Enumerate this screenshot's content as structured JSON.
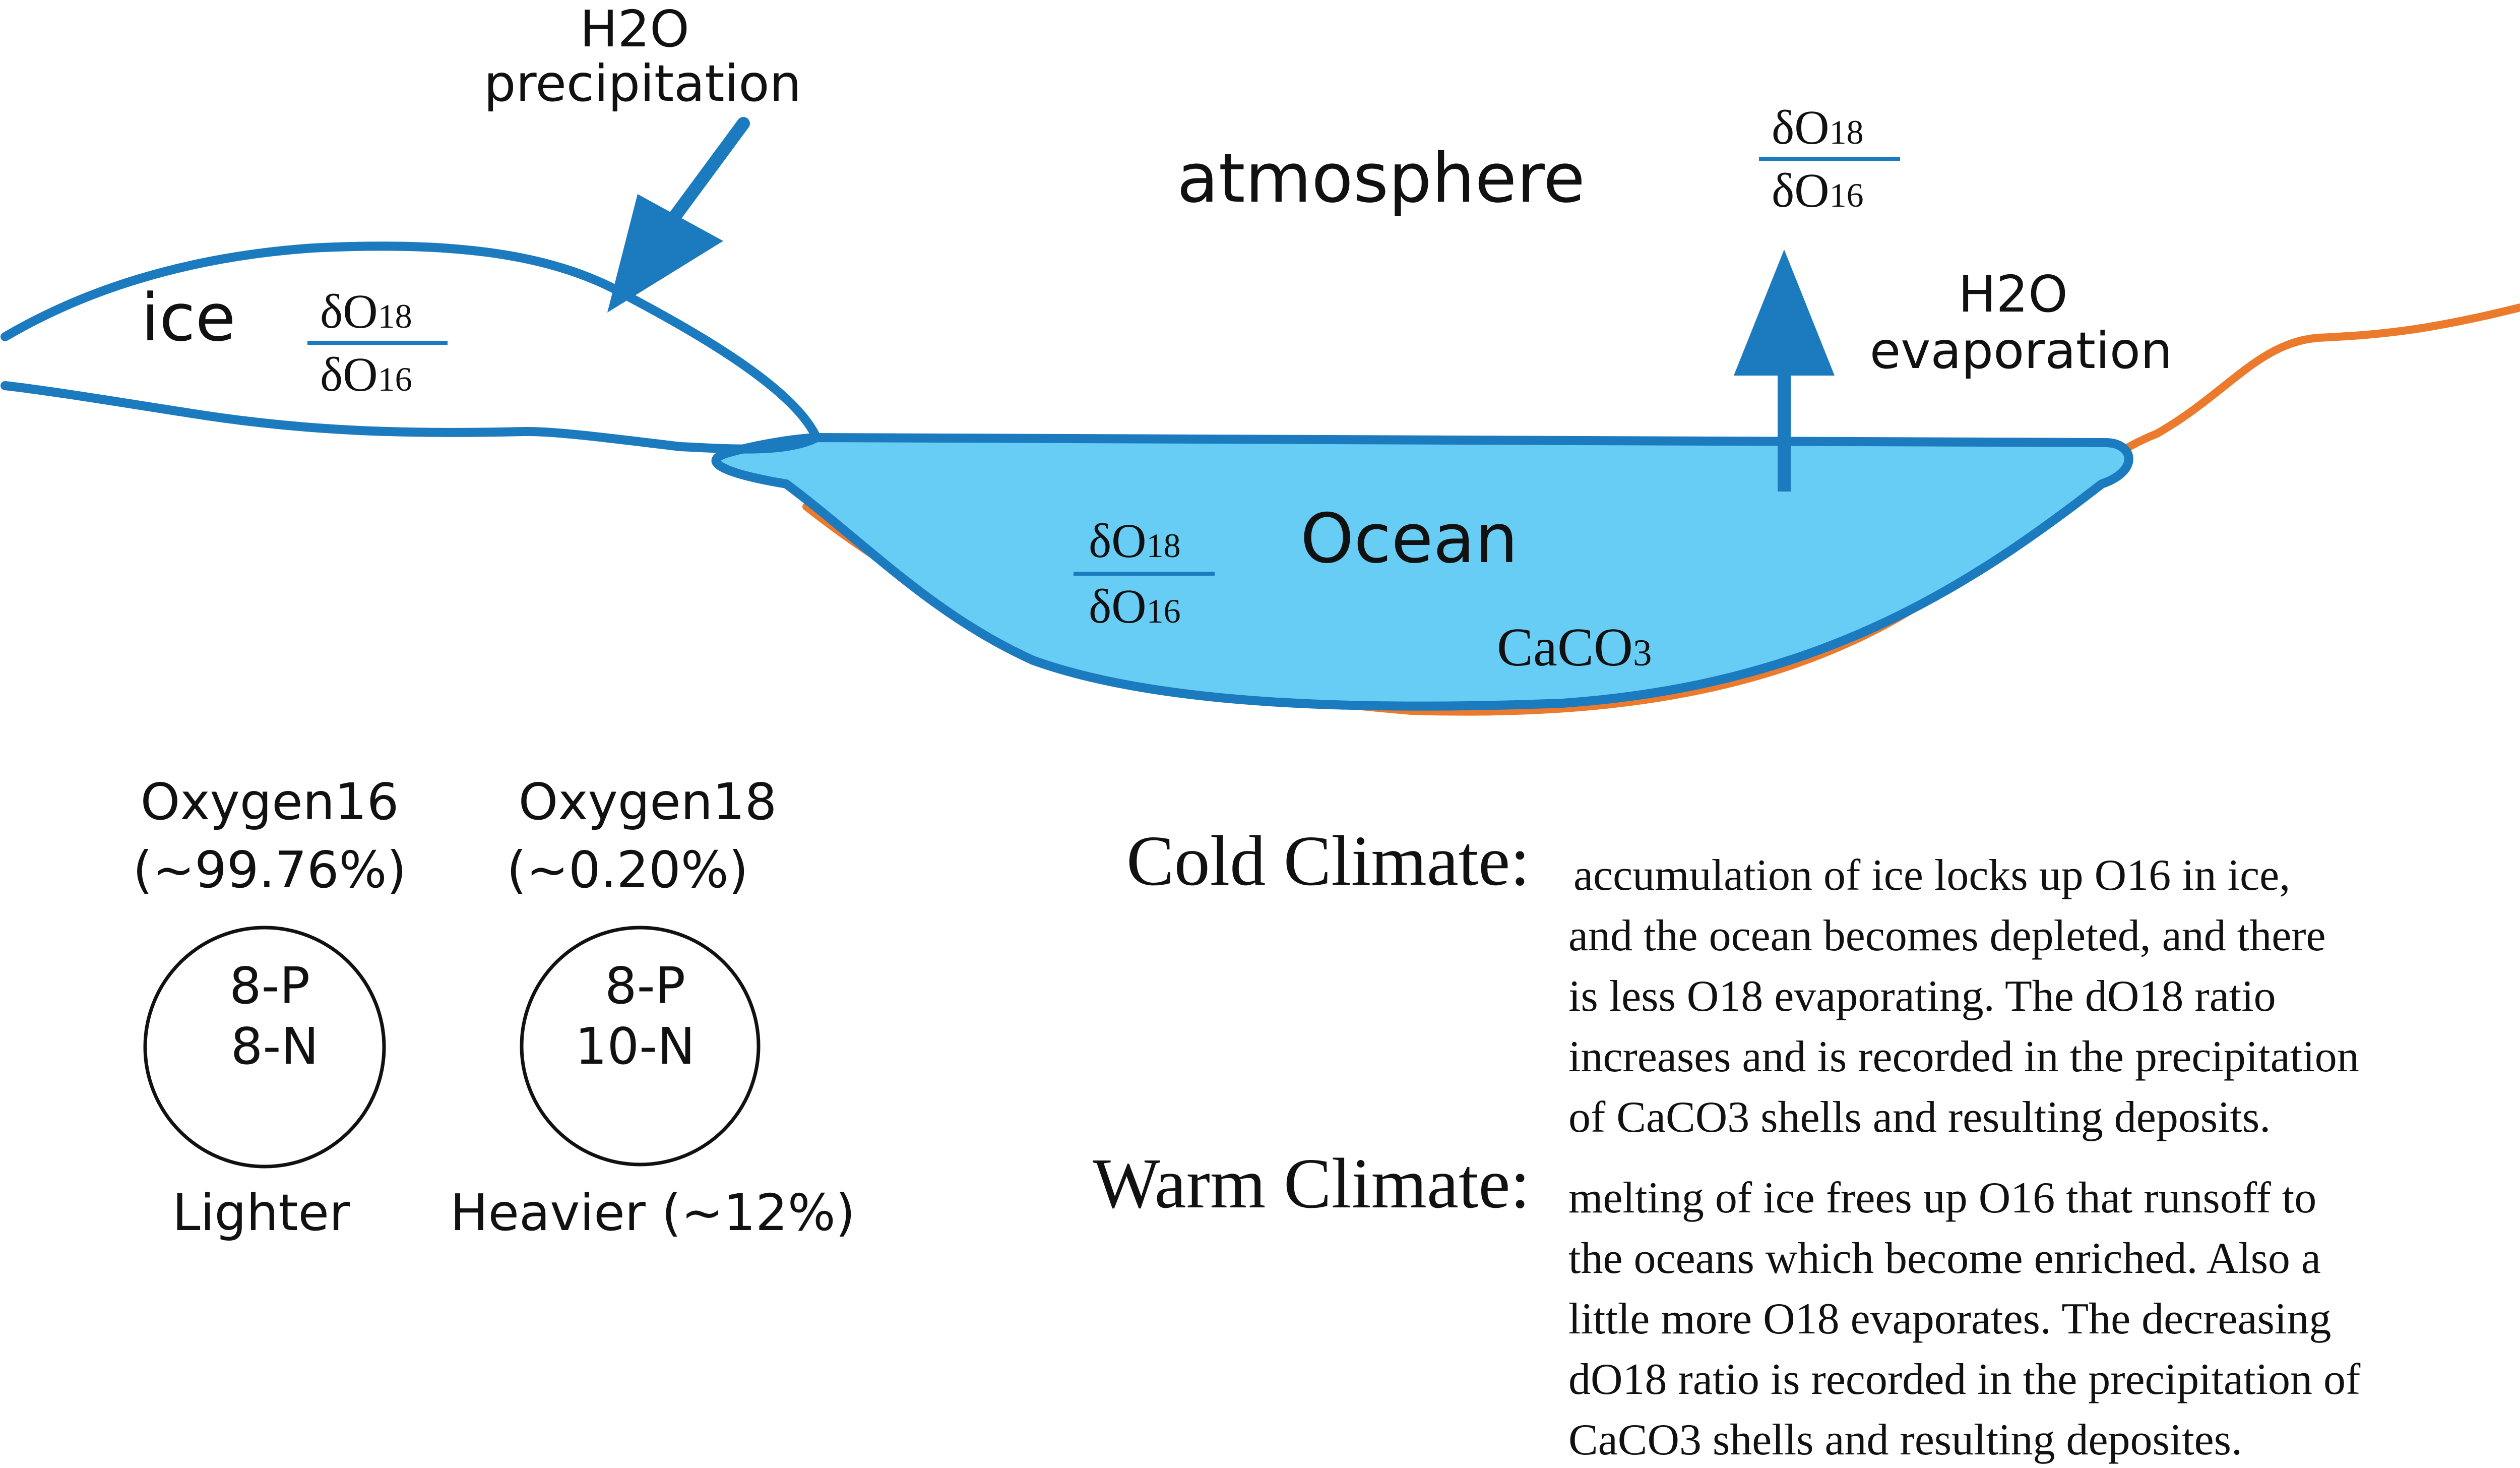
{
  "colors": {
    "outline": "#1b7bbe",
    "ocean_fill": "#68cdf4",
    "sediment": "#ec7a2c",
    "text": "#111111",
    "background": "#ffffff"
  },
  "labels": {
    "atmosphere": "atmosphere",
    "ice": "ice",
    "ocean": "Ocean",
    "caco3": "CaCO",
    "caco3_sub": "3",
    "precip_line1": "H2O",
    "precip_line2": "precipitation",
    "evap_line1": "H2O",
    "evap_line2": "evaporation"
  },
  "ratio": {
    "delta": "δO",
    "num_sub": "18",
    "den_sub": "16"
  },
  "isotopes": [
    {
      "name": "Oxygen16",
      "abundance": "(~99.76%)",
      "protons": "8-P",
      "neutrons": "8-N",
      "caption": "Lighter"
    },
    {
      "name": "Oxygen18",
      "abundance": "(~0.20%)",
      "protons": "8-P",
      "neutrons": "10-N",
      "caption": "Heavier (~12%)"
    }
  ],
  "climates": [
    {
      "title": "Cold Climate:",
      "lines": [
        "accumulation of ice locks up O16 in ice,",
        "and the ocean becomes depleted, and there",
        "is less O18 evaporating. The dO18 ratio",
        "increases and is recorded in the precipitation",
        "of CaCO3 shells and resulting deposits."
      ]
    },
    {
      "title": "Warm Climate:",
      "lines": [
        "melting of ice frees up O16 that runsoff to",
        "the oceans which become enriched. Also a",
        "little more O18 evaporates. The decreasing",
        "dO18 ratio is recorded in the precipitation of",
        "CaCO3 shells and resulting deposites."
      ]
    }
  ]
}
